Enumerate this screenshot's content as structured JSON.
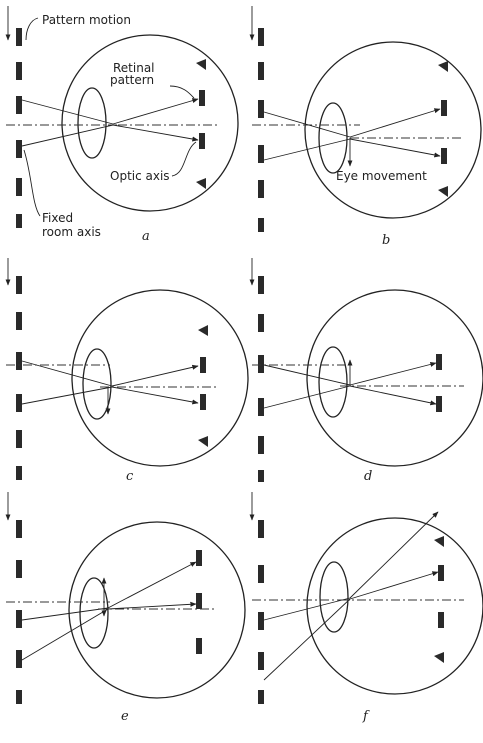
{
  "labels": {
    "pattern_motion": "Pattern motion",
    "retinal_pattern_line1": "Retinal",
    "retinal_pattern_line2": "pattern",
    "optic_axis": "Optic axis",
    "fixed_room_axis_line1": "Fixed",
    "fixed_room_axis_line2": "room axis",
    "eye_movement": "Eye movement"
  },
  "panels": [
    {
      "letter": "a"
    },
    {
      "letter": "b"
    },
    {
      "letter": "c"
    },
    {
      "letter": "d"
    },
    {
      "letter": "e"
    },
    {
      "letter": "f"
    }
  ]
}
